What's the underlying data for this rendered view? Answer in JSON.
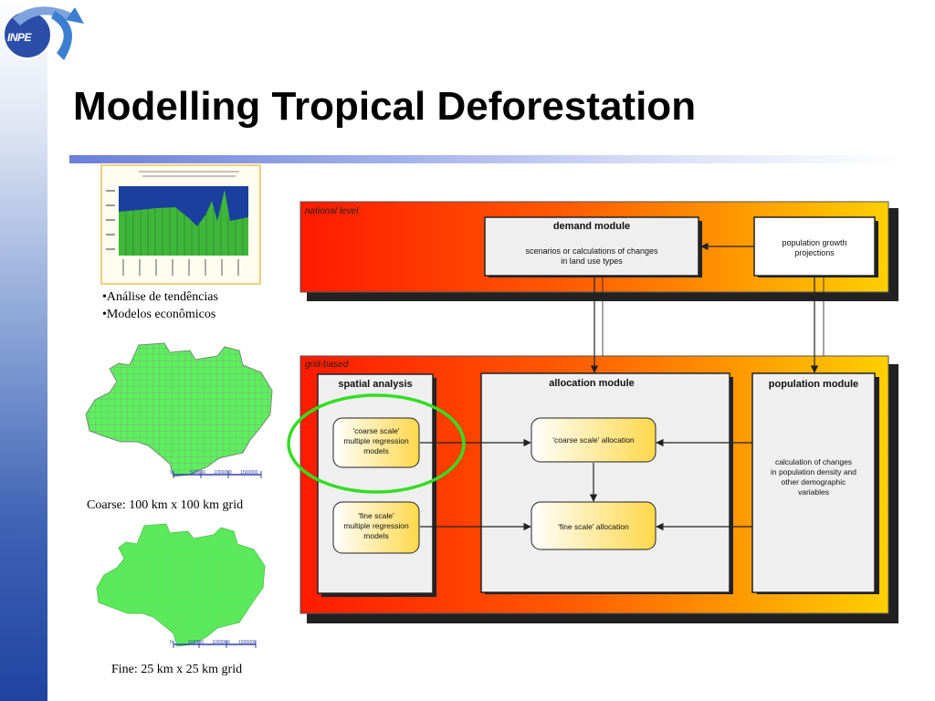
{
  "header": {
    "logo_text": "INPE",
    "title": "Modelling Tropical Deforestation"
  },
  "left_panel": {
    "bullets": [
      "•Análise de tendências",
      "•Modelos econômicos"
    ],
    "coarse_caption": "Coarse: 100 km x 100 km grid",
    "fine_caption": "Fine: 25 km x 25 km grid",
    "coarse_scale_labels": [
      "0",
      "500000",
      "1000000",
      "1500000"
    ],
    "fine_scale_labels": [
      "0",
      "500000",
      "1000000",
      "1500000"
    ]
  },
  "diagram": {
    "national_level_label": "national level",
    "grid_based_label": "grid-based",
    "demand_module": {
      "title": "demand module",
      "text_line1": "scenarios or calculations of changes",
      "text_line2": "in land use types"
    },
    "population_growth": {
      "line1": "population growth",
      "line2": "projections"
    },
    "spatial_analysis": {
      "title": "spatial analysis",
      "coarse_line1": "'coarse scale'",
      "coarse_line2": "multiple regression",
      "coarse_line3": "models",
      "fine_line1": "'fine scale'",
      "fine_line2": "multiple regression",
      "fine_line3": "models"
    },
    "allocation_module": {
      "title": "allocation module",
      "coarse_allocation": "'coarse scale' allocation",
      "fine_allocation": "'fine scale' allocation"
    },
    "population_module": {
      "title": "population module",
      "line1": "calculation of changes",
      "line2": "in population density and",
      "line3": "other demographic",
      "line4": "variables"
    },
    "colors": {
      "band_start": "#ff1a00",
      "band_end": "#ffd000",
      "highlight_circle": "#33dd22",
      "box_fill": "#efefef"
    }
  }
}
